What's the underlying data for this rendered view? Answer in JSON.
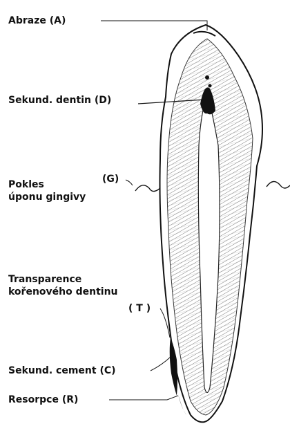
{
  "labels": {
    "abraze": "Abraze (A)",
    "sekund_dentin": "Sekund. dentin (D)",
    "pokles_line1": "Pokles",
    "pokles_line2": "úponu gingivy",
    "pokles_tag": "(G)",
    "transparence_line1": "Transparence",
    "transparence_line2": "kořenového dentinu",
    "transparence_tag": "( T )",
    "sekund_cement": "Sekund. cement (C)",
    "resorpce": "Resorpce (R)"
  },
  "colors": {
    "ink": "#111111",
    "paper": "#ffffff",
    "hatch": "#7a7a7a"
  }
}
